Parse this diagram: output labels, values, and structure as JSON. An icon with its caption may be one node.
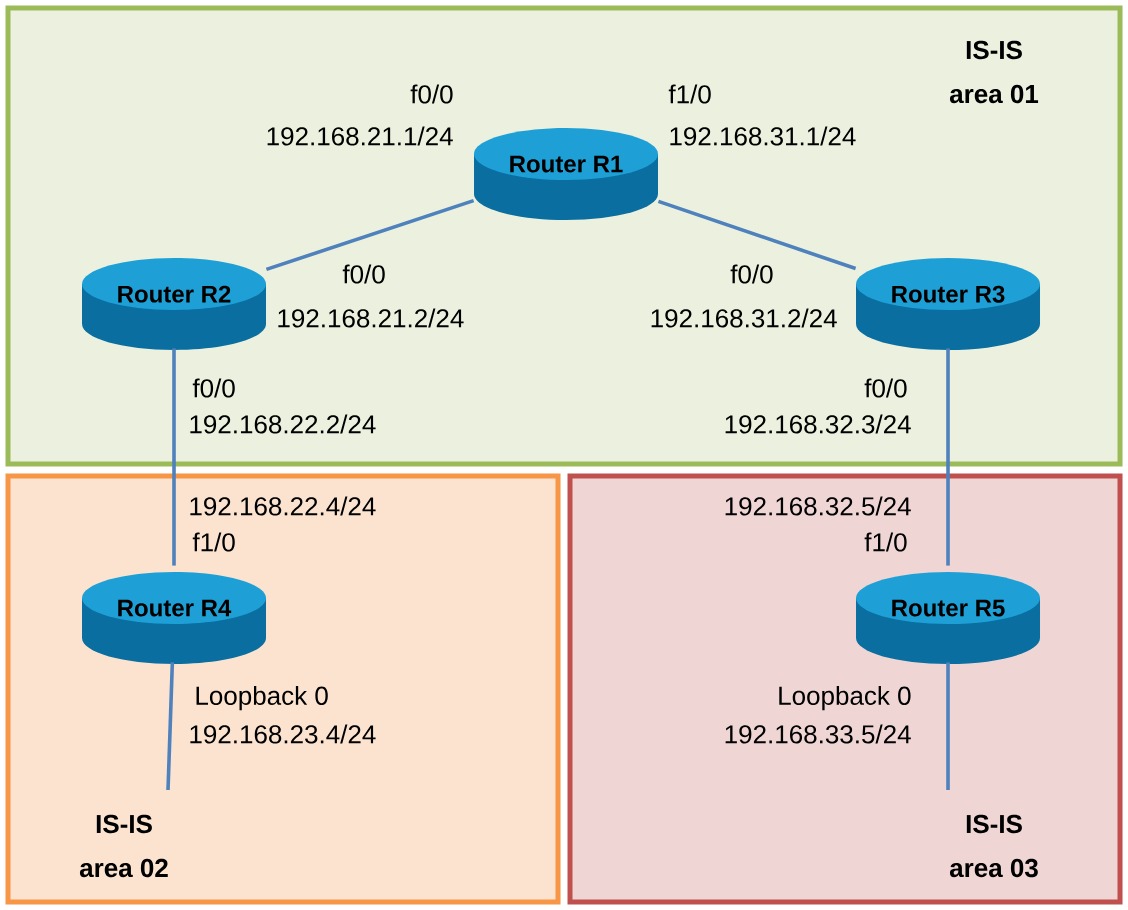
{
  "diagram": {
    "nodes": [
      {
        "text": [
          "IS-IS",
          "area 01"
        ]
      },
      {
        "text": [
          "Router R1"
        ],
        "in": 0
      },
      {
        "text": [
          "Router R2"
        ],
        "in": 0
      },
      {
        "text": [
          "Router R3"
        ],
        "in": 0
      },
      {
        "text": [
          "IS-IS",
          "area 02"
        ]
      },
      {
        "text": [
          "Router R4"
        ],
        "in": 4
      },
      {
        "text": [
          "IS-IS",
          "area 03"
        ]
      },
      {
        "text": [
          "Router R5"
        ],
        "in": 6
      }
    ],
    "edges": [
      {
        "from": 1,
        "to": 2,
        "arrow": "none"
      },
      {
        "from": 1,
        "to": 3,
        "arrow": "none"
      },
      {
        "from": 2,
        "to": 5,
        "arrow": "none"
      },
      {
        "from": 3,
        "to": 7,
        "arrow": "none"
      },
      {
        "from": 5,
        "to": null,
        "arrow": "none"
      },
      {
        "from": 7,
        "to": null,
        "arrow": "none"
      }
    ],
    "labels": [
      "f0/0",
      "f1/0",
      "192.168.21.1/24",
      "192.168.31.1/24",
      "f0/0",
      "f0/0",
      "192.168.21.2/24",
      "192.168.31.2/24",
      "f0/0",
      "f0/0",
      "192.168.22.2/24",
      "192.168.32.3/24",
      "192.168.22.4/24",
      "192.168.32.5/24",
      "f1/0",
      "f1/0",
      "Loopback 0",
      "Loopback 0",
      "192.168.23.4/24",
      "192.168.33.5/24"
    ]
  }
}
